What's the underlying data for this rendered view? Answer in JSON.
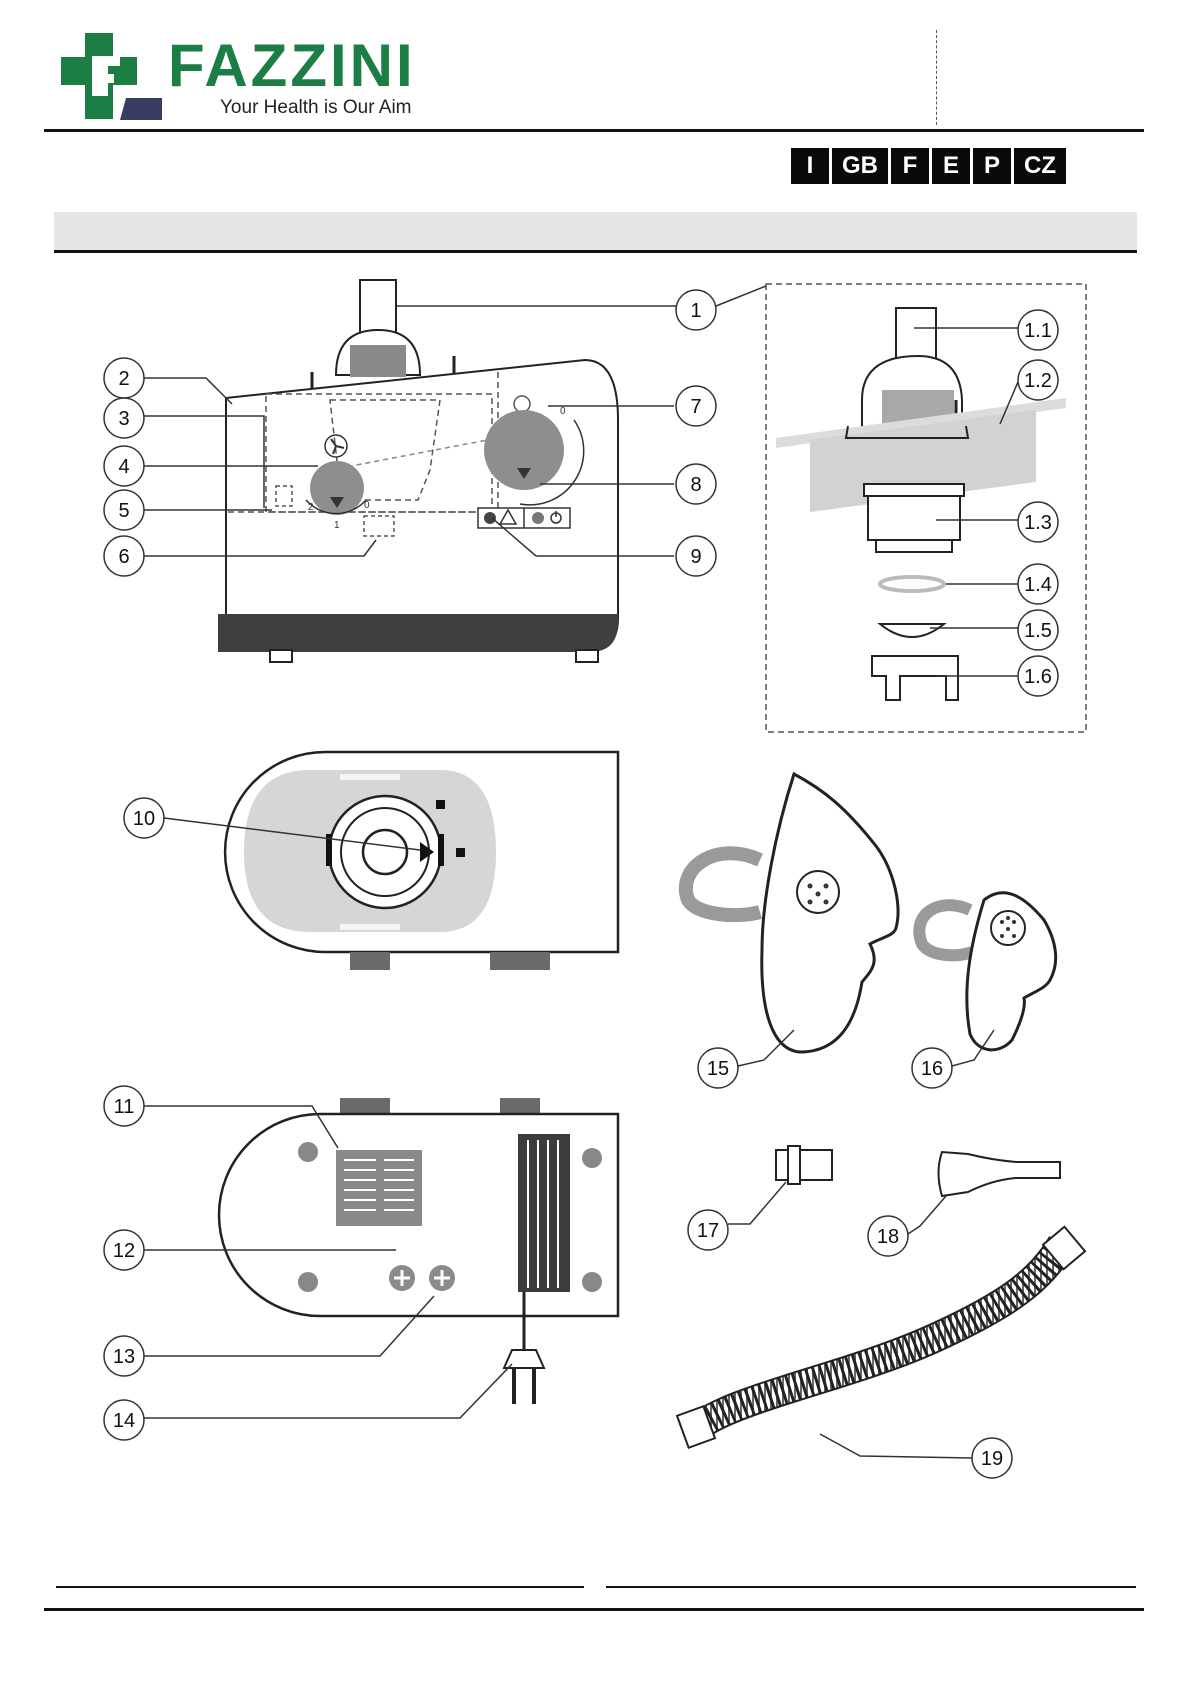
{
  "header": {
    "brand": "FAZZINI",
    "tagline": "Your Health is Our Aim",
    "languages": [
      "I",
      "GB",
      "F",
      "E",
      "P",
      "CZ"
    ]
  },
  "colors": {
    "brand_green": "#1c7d45",
    "brand_navy": "#3a3d63",
    "part_grey": "#9a9a9a",
    "light_grey": "#d4d4d4"
  },
  "callouts": {
    "c1": "1",
    "c1_1": "1.1",
    "c1_2": "1.2",
    "c1_3": "1.3",
    "c1_4": "1.4",
    "c1_5": "1.5",
    "c1_6": "1.6",
    "c2": "2",
    "c3": "3",
    "c4": "4",
    "c5": "5",
    "c6": "6",
    "c7": "7",
    "c8": "8",
    "c9": "9",
    "c10": "10",
    "c11": "11",
    "c12": "12",
    "c13": "13",
    "c14": "14",
    "c15": "15",
    "c16": "16",
    "c17": "17",
    "c18": "18",
    "c19": "19"
  },
  "dial_marks": {
    "speed_2": "2",
    "speed_1": "1",
    "speed_0": "0",
    "flow_0": "0"
  }
}
